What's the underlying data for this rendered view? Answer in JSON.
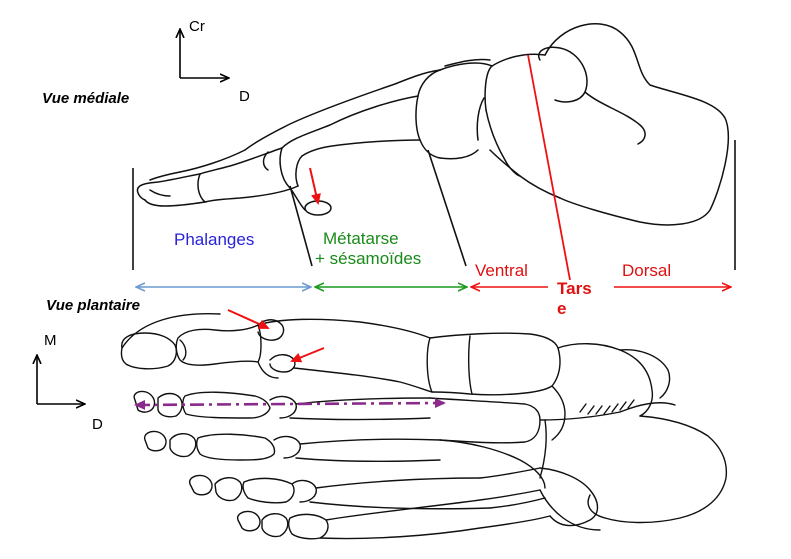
{
  "views": {
    "medial": "Vue médiale",
    "plantar": "Vue plantaire"
  },
  "axes_top": {
    "vertical": "Cr",
    "horizontal": "D"
  },
  "axes_bottom": {
    "vertical": "M",
    "horizontal": "D"
  },
  "regions": {
    "phalanges": {
      "text": "Phalanges",
      "color": "#2a22d8"
    },
    "metatarse_line1": {
      "text": "Métatarse",
      "color": "#1a8a1a"
    },
    "metatarse_line2": {
      "text": "+ sésamoïdes",
      "color": "#1a8a1a"
    },
    "ventral": {
      "text": "Ventral",
      "color": "#e01010"
    },
    "dorsal": {
      "text": "Dorsal",
      "color": "#e01010"
    },
    "tarse_line1": {
      "text": "Tars",
      "color": "#e01010"
    },
    "tarse_line2": {
      "text": "e",
      "color": "#e01010"
    }
  },
  "colors": {
    "outline": "#111111",
    "blue_arrow": "#6a9ad0",
    "green_arrow": "#1a9a1a",
    "red": "#ee1111",
    "purple": "#8a2a8a"
  }
}
